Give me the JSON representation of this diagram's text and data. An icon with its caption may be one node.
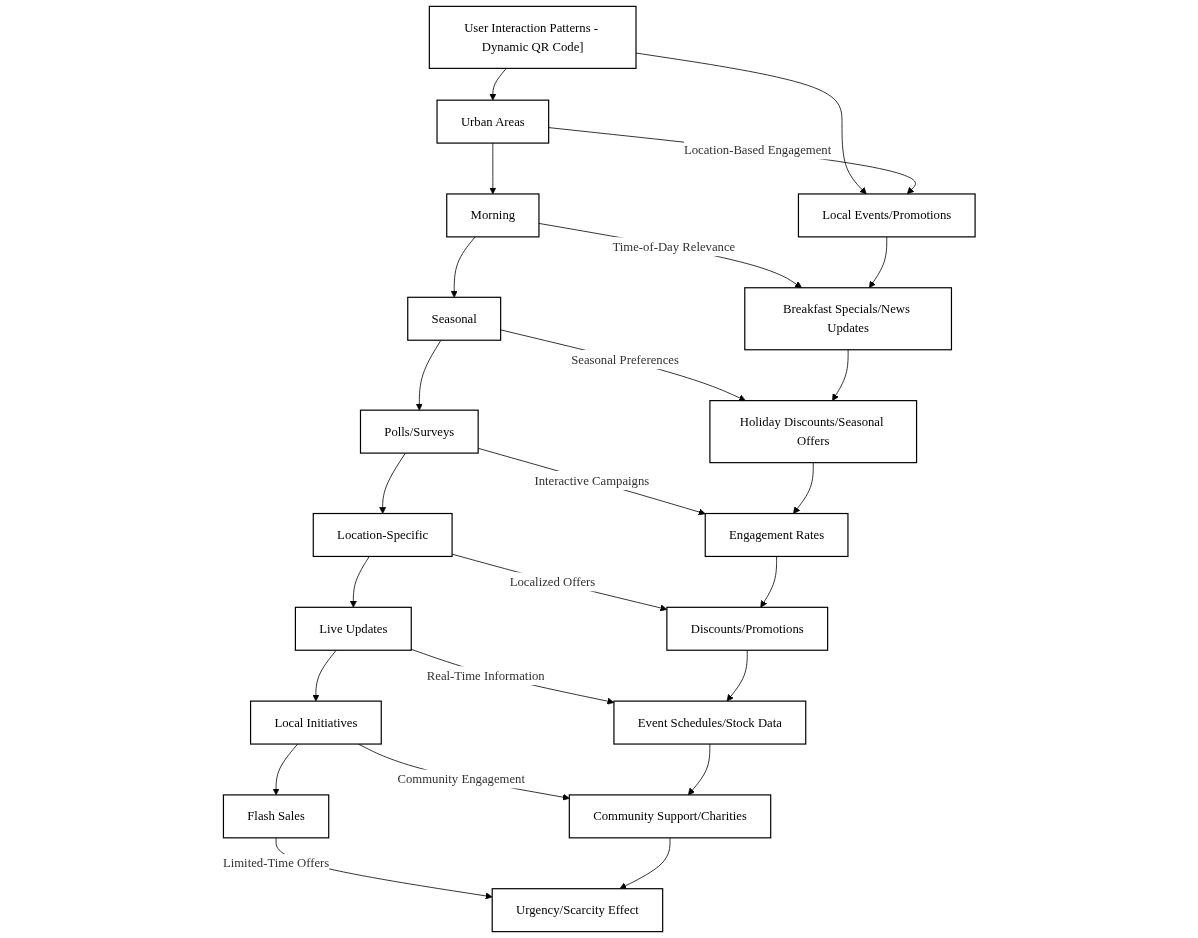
{
  "diagram": {
    "nodes": [
      {
        "text": [
          "User Interaction Patterns - Dynamic QR Code]"
        ]
      },
      {
        "text": [
          "Urban Areas"
        ]
      },
      {
        "text": [
          "Local Events/Promotions"
        ]
      },
      {
        "text": [
          "Morning"
        ]
      },
      {
        "text": [
          "Breakfast Specials/News Updates"
        ]
      },
      {
        "text": [
          "Seasonal"
        ]
      },
      {
        "text": [
          "Holiday Discounts/Seasonal Offers"
        ]
      },
      {
        "text": [
          "Polls/Surveys"
        ]
      },
      {
        "text": [
          "Engagement Rates"
        ]
      },
      {
        "text": [
          "Location-Specific"
        ]
      },
      {
        "text": [
          "Discounts/Promotions"
        ]
      },
      {
        "text": [
          "Live Updates"
        ]
      },
      {
        "text": [
          "Event Schedules/Stock Data"
        ]
      },
      {
        "text": [
          "Local Initiatives"
        ]
      },
      {
        "text": [
          "Community Support/Charities"
        ]
      },
      {
        "text": [
          "Flash Sales"
        ]
      },
      {
        "text": [
          "Urgency/Scarcity Effect"
        ]
      }
    ],
    "edges": [
      {
        "from": 0,
        "to": 1,
        "arrow": "to"
      },
      {
        "from": 0,
        "to": 2,
        "arrow": "to"
      },
      {
        "from": 1,
        "to": 2,
        "arrow": "to",
        "label": "Location-Based Engagement"
      },
      {
        "from": 3,
        "to": 4,
        "arrow": "to",
        "label": "Time-of-Day Relevance"
      },
      {
        "from": 5,
        "to": 6,
        "arrow": "to",
        "label": "Seasonal Preferences"
      },
      {
        "from": 7,
        "to": 8,
        "arrow": "to",
        "label": "Interactive Campaigns"
      },
      {
        "from": 9,
        "to": 10,
        "arrow": "to",
        "label": "Localized Offers"
      },
      {
        "from": 11,
        "to": 12,
        "arrow": "to",
        "label": "Real-Time Information"
      },
      {
        "from": 13,
        "to": 14,
        "arrow": "to",
        "label": "Community Engagement"
      },
      {
        "from": 15,
        "to": 16,
        "arrow": "to",
        "label": "Limited-Time Offers"
      },
      {
        "from": 1,
        "to": 3,
        "arrow": "to"
      },
      {
        "from": 3,
        "to": 5,
        "arrow": "to"
      },
      {
        "from": 5,
        "to": 7,
        "arrow": "to"
      },
      {
        "from": 7,
        "to": 9,
        "arrow": "to"
      },
      {
        "from": 9,
        "to": 11,
        "arrow": "to"
      },
      {
        "from": 11,
        "to": 13,
        "arrow": "to"
      },
      {
        "from": 13,
        "to": 15,
        "arrow": "to"
      },
      {
        "from": 2,
        "to": 4,
        "arrow": "to"
      },
      {
        "from": 4,
        "to": 6,
        "arrow": "to"
      },
      {
        "from": 6,
        "to": 8,
        "arrow": "to"
      },
      {
        "from": 8,
        "to": 10,
        "arrow": "to"
      },
      {
        "from": 10,
        "to": 12,
        "arrow": "to"
      },
      {
        "from": 12,
        "to": 14,
        "arrow": "to"
      },
      {
        "from": 14,
        "to": 16,
        "arrow": "to"
      }
    ]
  }
}
